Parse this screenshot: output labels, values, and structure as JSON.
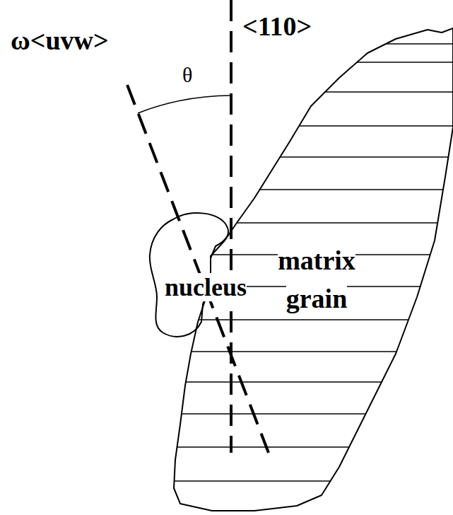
{
  "diagram": {
    "nodes": [
      {
        "text": [
          "nucleus"
        ]
      },
      {
        "text": [
          "matrix grain"
        ]
      }
    ],
    "labels": [
      "<110>",
      "ω<uvw>",
      "θ"
    ]
  }
}
